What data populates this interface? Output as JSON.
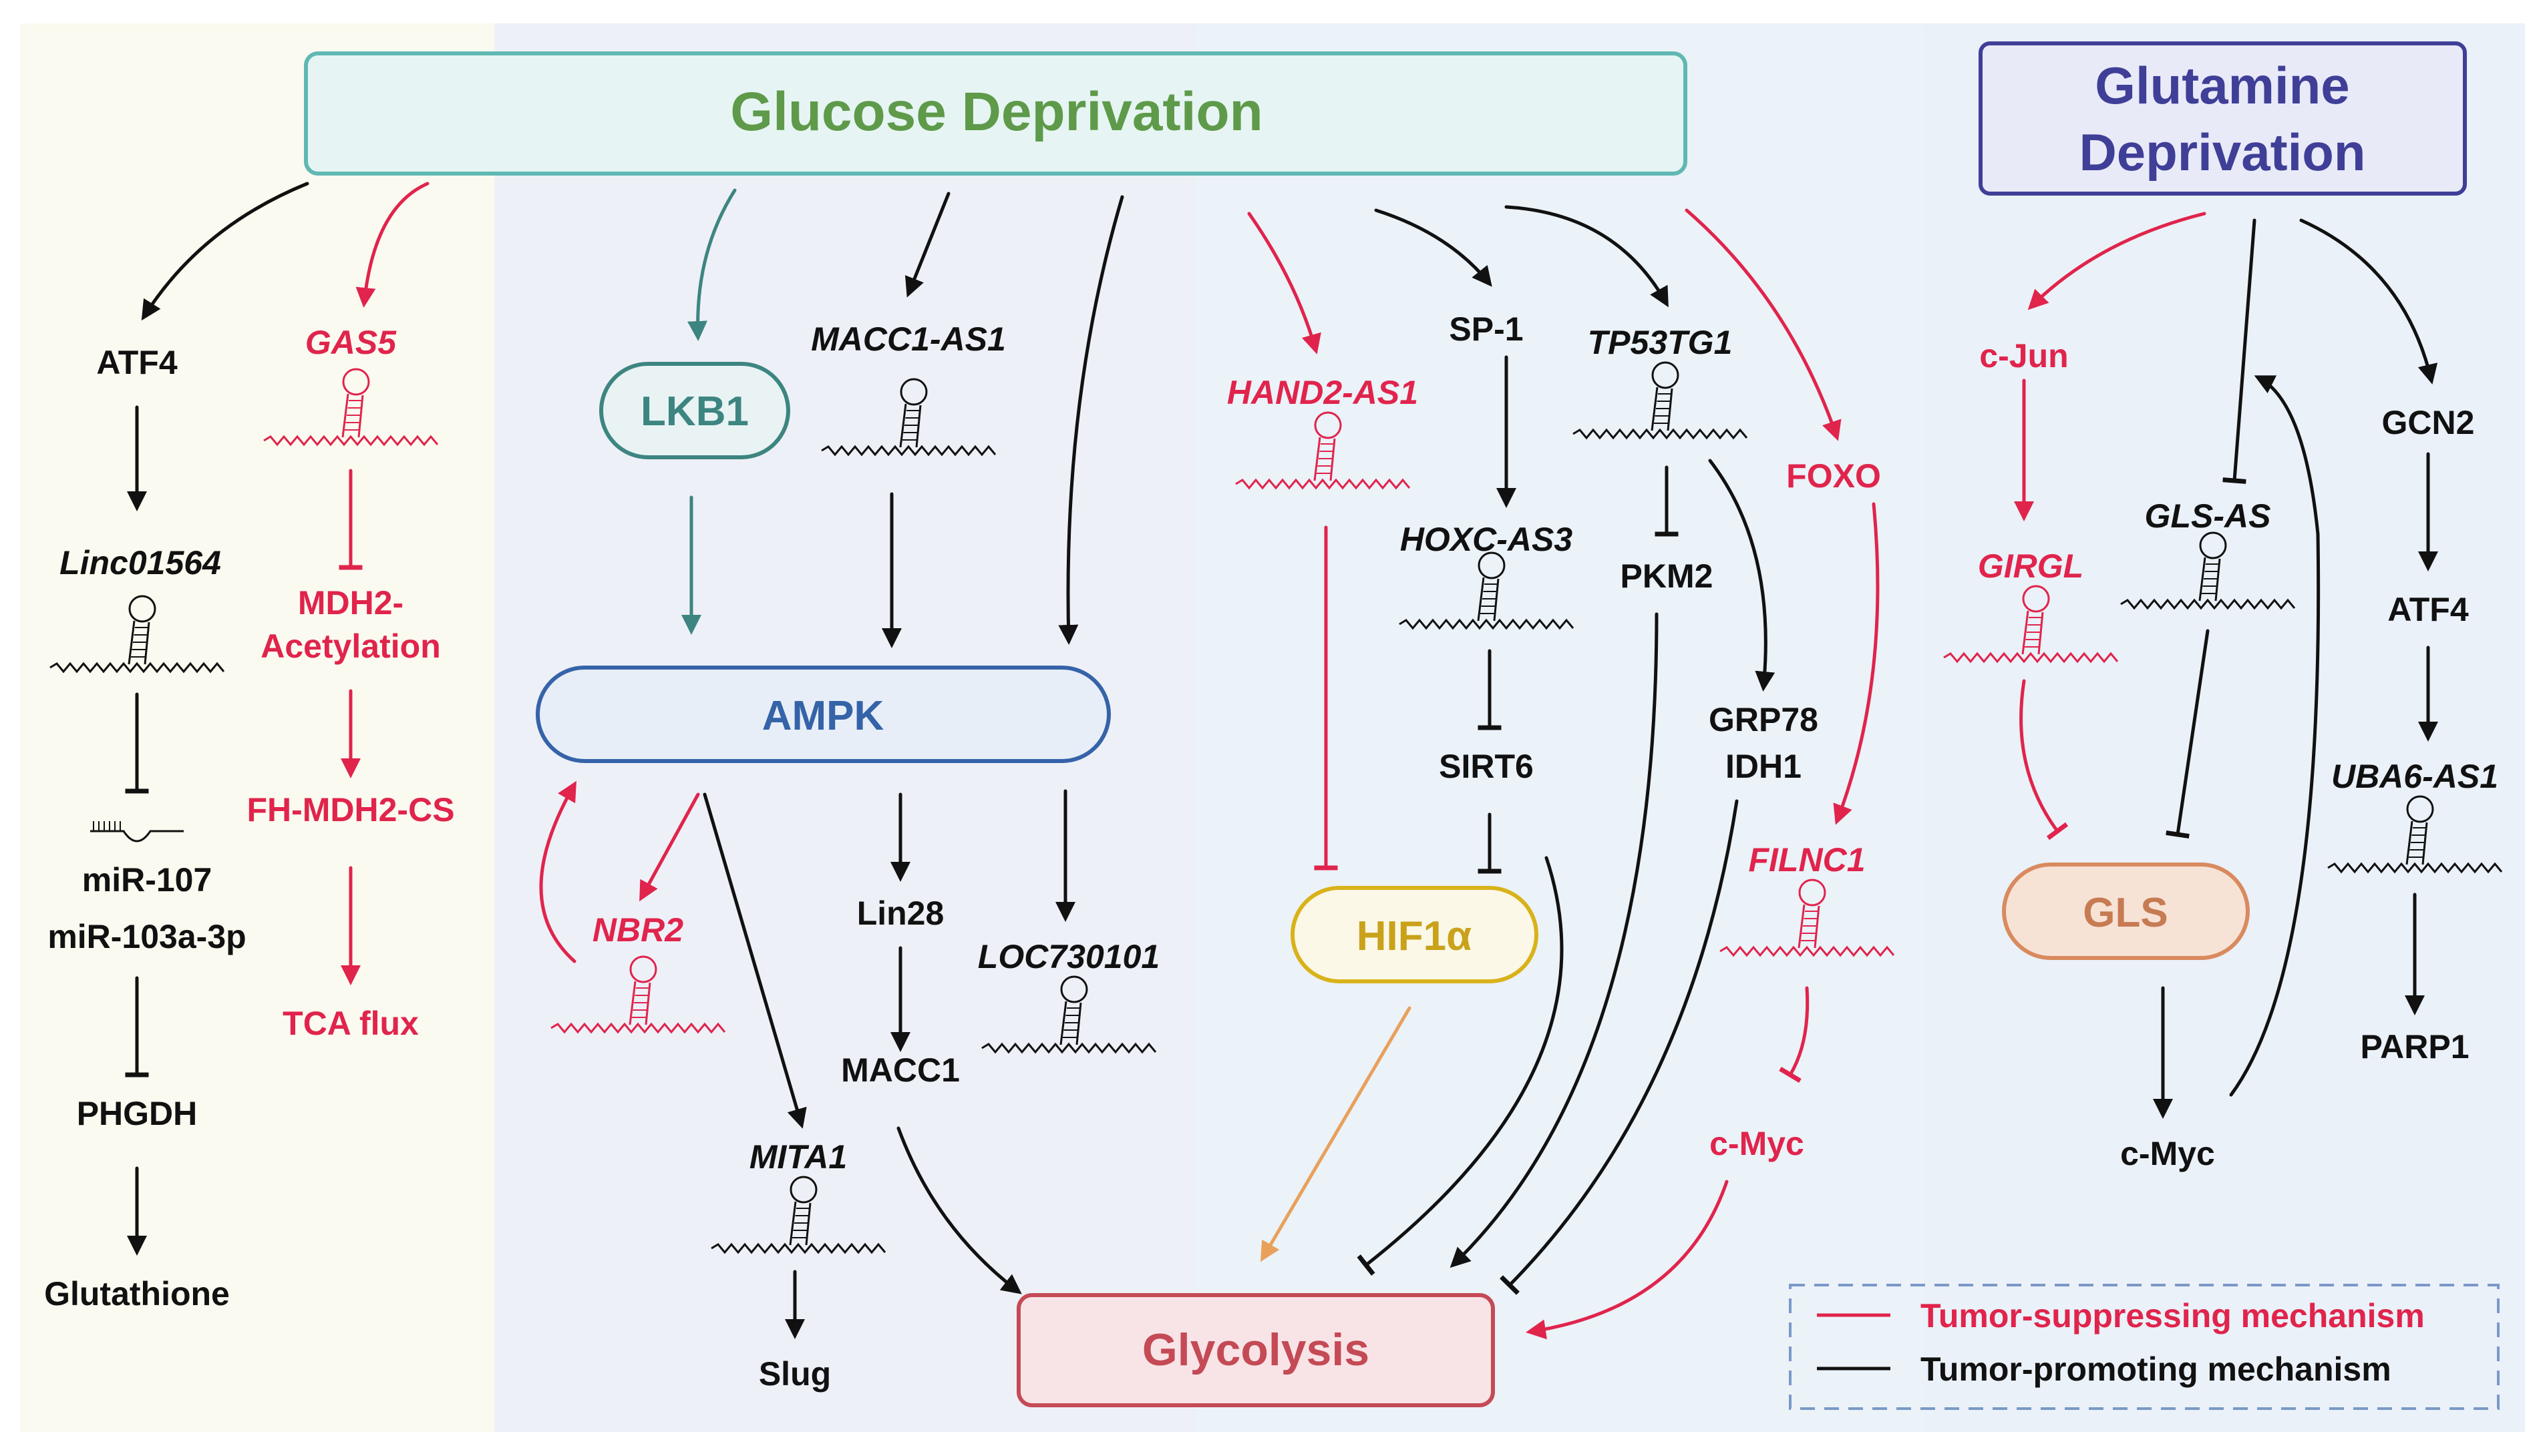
{
  "colors": {
    "promoting": "#111111",
    "suppressing": "#e0244c",
    "lkb1": "#3d8580",
    "ampk": "#3563a8",
    "hif": "#d9b21a",
    "gls": "#d98a5e",
    "glycolysis": "#c44a55",
    "glucose_title": "#5e9a4a",
    "glutamine_title": "#3f3f98",
    "orange_arrow": "#e8a05a"
  },
  "title_glucose": "Glucose Deprivation",
  "title_glutamine_line1": "Glutamine",
  "title_glutamine_line2": "Deprivation",
  "nodes": {
    "atf4_left": "ATF4",
    "linc01564": "Linc01564",
    "mir107": "miR-107",
    "mir103": "miR-103a-3p",
    "phgdh": "PHGDH",
    "glutathione": "Glutathione",
    "gas5": "GAS5",
    "mdh2_line1": "MDH2-",
    "mdh2_line2": "Acetylation",
    "fh_mdh2_cs": "FH-MDH2-CS",
    "tca_flux": "TCA flux",
    "lkb1": "LKB1",
    "macc1_as1": "MACC1-AS1",
    "ampk": "AMPK",
    "nbr2": "NBR2",
    "lin28": "Lin28",
    "loc730101": "LOC730101",
    "macc1": "MACC1",
    "mita1": "MITA1",
    "slug": "Slug",
    "hand2_as1": "HAND2-AS1",
    "sp1": "SP-1",
    "tp53tg1": "TP53TG1",
    "hoxc_as3": "HOXC-AS3",
    "sirt6": "SIRT6",
    "pkm2": "PKM2",
    "grp78": "GRP78",
    "idh1": "IDH1",
    "foxo": "FOXO",
    "filnc1": "FILNC1",
    "cmyc_mid": "c-Myc",
    "hif1a": "HIF1α",
    "glycolysis": "Glycolysis",
    "cjun": "c-Jun",
    "girgl": "GIRGL",
    "gls_as": "GLS-AS",
    "gls": "GLS",
    "cmyc_right": "c-Myc",
    "gcn2": "GCN2",
    "atf4_right": "ATF4",
    "uba6_as1": "UBA6-AS1",
    "parp1": "PARP1"
  },
  "legend": {
    "suppressing": "Tumor-suppressing mechanism",
    "promoting": "Tumor-promoting mechanism"
  }
}
